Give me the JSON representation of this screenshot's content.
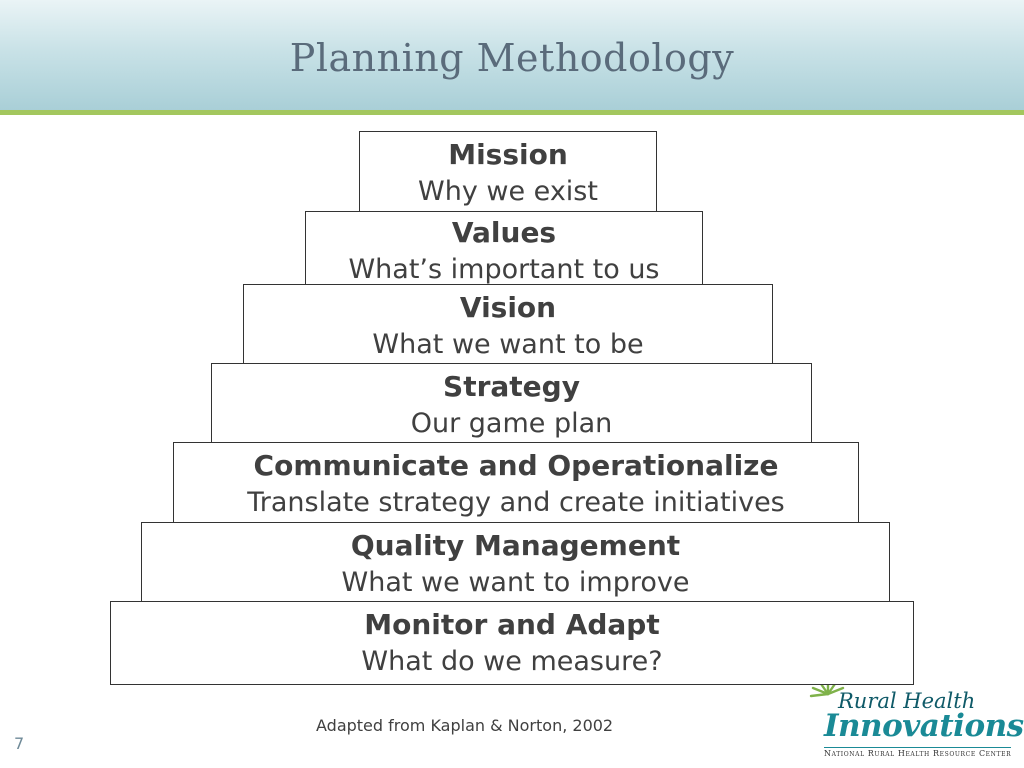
{
  "slide": {
    "title": "Planning Methodology",
    "slide_number": "7",
    "citation": "Adapted from Kaplan & Norton, 2002"
  },
  "pyramid": [
    {
      "name": "Mission",
      "description": "Why we exist"
    },
    {
      "name": "Values",
      "description": "What’s important to us"
    },
    {
      "name": "Vision",
      "description": "What we want to be"
    },
    {
      "name": "Strategy",
      "description": "Our game plan"
    },
    {
      "name": "Communicate and Operationalize",
      "description": "Translate strategy and create initiatives"
    },
    {
      "name": "Quality Management",
      "description": "What we want to improve"
    },
    {
      "name": "Monitor and Adapt",
      "description": "What do we measure?"
    }
  ],
  "logo": {
    "line1": "Rural Health",
    "line2": "Innovations",
    "line3": "National Rural Health Resource Center",
    "icon": "sunburst-icon"
  },
  "colors": {
    "header_top": "#eaf4f6",
    "header_bottom": "#a9cfd7",
    "accent_rule": "#a3c75e",
    "title": "#5a6b7b",
    "text": "#404040",
    "logo_teal": "#1a8a96"
  }
}
